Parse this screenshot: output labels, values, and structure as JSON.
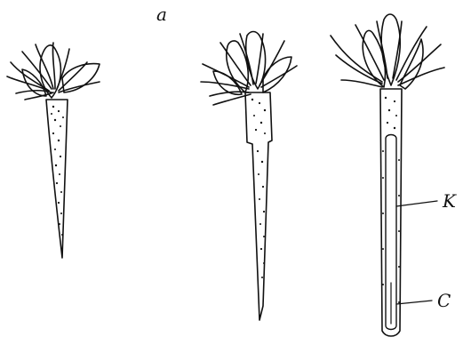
{
  "figure": {
    "panel_label": "a",
    "labels": {
      "k": "K",
      "c": "C"
    },
    "colors": {
      "ink": "#111111",
      "paper": "#ffffff"
    }
  }
}
